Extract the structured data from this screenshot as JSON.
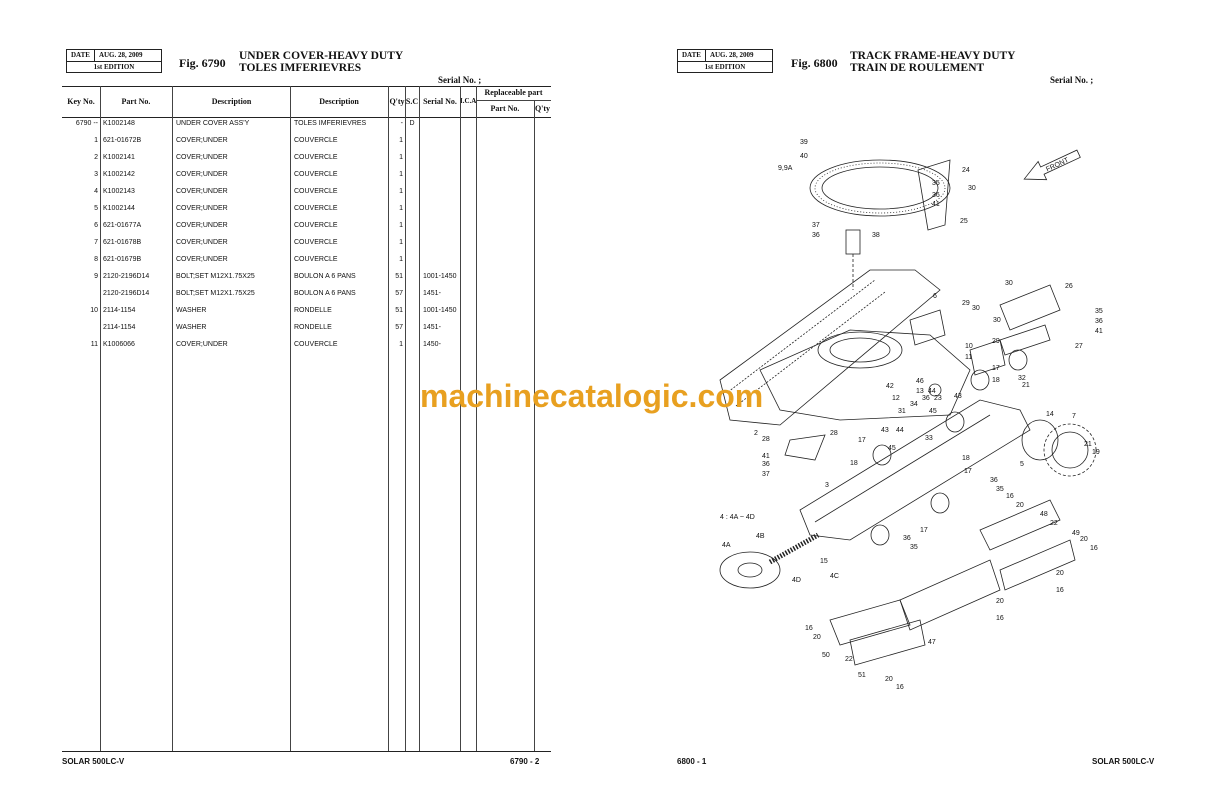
{
  "left_page": {
    "date_label": "DATE",
    "date_value": "AUG. 28, 2009",
    "edition": "1st EDITION",
    "fig_label": "Fig. 6790",
    "title_en": "UNDER COVER-HEAVY DUTY",
    "title_fr": "TOLES IMFERIEVRES",
    "serial_label": "Serial No. ;",
    "headers": {
      "key_no": "Key No.",
      "part_no": "Part No.",
      "description_en": "Description",
      "description_fr": "Description",
      "qty": "Q'ty",
      "sc": "S.C",
      "serial_no": "Serial No.",
      "ica": "I.C.A",
      "replaceable": "Replaceable part",
      "rep_part_no": "Part No.",
      "rep_qty": "Q'ty"
    },
    "rows": [
      {
        "key": "6790 --",
        "part": "K1002148",
        "desc_en": "UNDER COVER ASS'Y",
        "desc_fr": "TOLES IMFERIEVRES",
        "qty": "-",
        "sc": "D",
        "serial": ""
      },
      {
        "key": "1",
        "part": "621-01672B",
        "desc_en": "COVER;UNDER",
        "desc_fr": "COUVERCLE",
        "qty": "1",
        "sc": "",
        "serial": ""
      },
      {
        "key": "2",
        "part": "K1002141",
        "desc_en": "COVER;UNDER",
        "desc_fr": "COUVERCLE",
        "qty": "1",
        "sc": "",
        "serial": ""
      },
      {
        "key": "3",
        "part": "K1002142",
        "desc_en": "COVER;UNDER",
        "desc_fr": "COUVERCLE",
        "qty": "1",
        "sc": "",
        "serial": ""
      },
      {
        "key": "4",
        "part": "K1002143",
        "desc_en": "COVER;UNDER",
        "desc_fr": "COUVERCLE",
        "qty": "1",
        "sc": "",
        "serial": ""
      },
      {
        "key": "5",
        "part": "K1002144",
        "desc_en": "COVER;UNDER",
        "desc_fr": "COUVERCLE",
        "qty": "1",
        "sc": "",
        "serial": ""
      },
      {
        "key": "6",
        "part": "621-01677A",
        "desc_en": "COVER;UNDER",
        "desc_fr": "COUVERCLE",
        "qty": "1",
        "sc": "",
        "serial": ""
      },
      {
        "key": "7",
        "part": "621-01678B",
        "desc_en": "COVER;UNDER",
        "desc_fr": "COUVERCLE",
        "qty": "1",
        "sc": "",
        "serial": ""
      },
      {
        "key": "8",
        "part": "621-01679B",
        "desc_en": "COVER;UNDER",
        "desc_fr": "COUVERCLE",
        "qty": "1",
        "sc": "",
        "serial": ""
      },
      {
        "key": "9",
        "part": "2120-2196D14",
        "desc_en": "BOLT;SET M12X1.75X25",
        "desc_fr": "BOULON A 6 PANS",
        "qty": "51",
        "sc": "",
        "serial": "1001-1450"
      },
      {
        "key": "",
        "part": "2120-2196D14",
        "desc_en": "BOLT;SET M12X1.75X25",
        "desc_fr": "BOULON A 6 PANS",
        "qty": "57",
        "sc": "",
        "serial": "1451-"
      },
      {
        "key": "10",
        "part": "2114-1154",
        "desc_en": "WASHER",
        "desc_fr": "RONDELLE",
        "qty": "51",
        "sc": "",
        "serial": "1001-1450"
      },
      {
        "key": "",
        "part": "2114-1154",
        "desc_en": "WASHER",
        "desc_fr": "RONDELLE",
        "qty": "57",
        "sc": "",
        "serial": "1451-"
      },
      {
        "key": "11",
        "part": "K1006066",
        "desc_en": "COVER;UNDER",
        "desc_fr": "COUVERCLE",
        "qty": "1",
        "sc": "",
        "serial": "1450-"
      }
    ],
    "footer_model": "SOLAR 500LC-V",
    "footer_page": "6790 - 2"
  },
  "right_page": {
    "date_label": "DATE",
    "date_value": "AUG. 28, 2009",
    "edition": "1st EDITION",
    "fig_label": "Fig. 6800",
    "title_en": "TRACK FRAME-HEAVY DUTY",
    "title_fr": "TRAIN DE ROULEMENT",
    "serial_label": "Serial No. ;",
    "front_label": "FRONT",
    "group_note": "4 : 4A ~ 4D",
    "footer_page": "6800 - 1",
    "footer_model": "SOLAR 500LC-V"
  },
  "watermark": "machinecatalogic.com"
}
